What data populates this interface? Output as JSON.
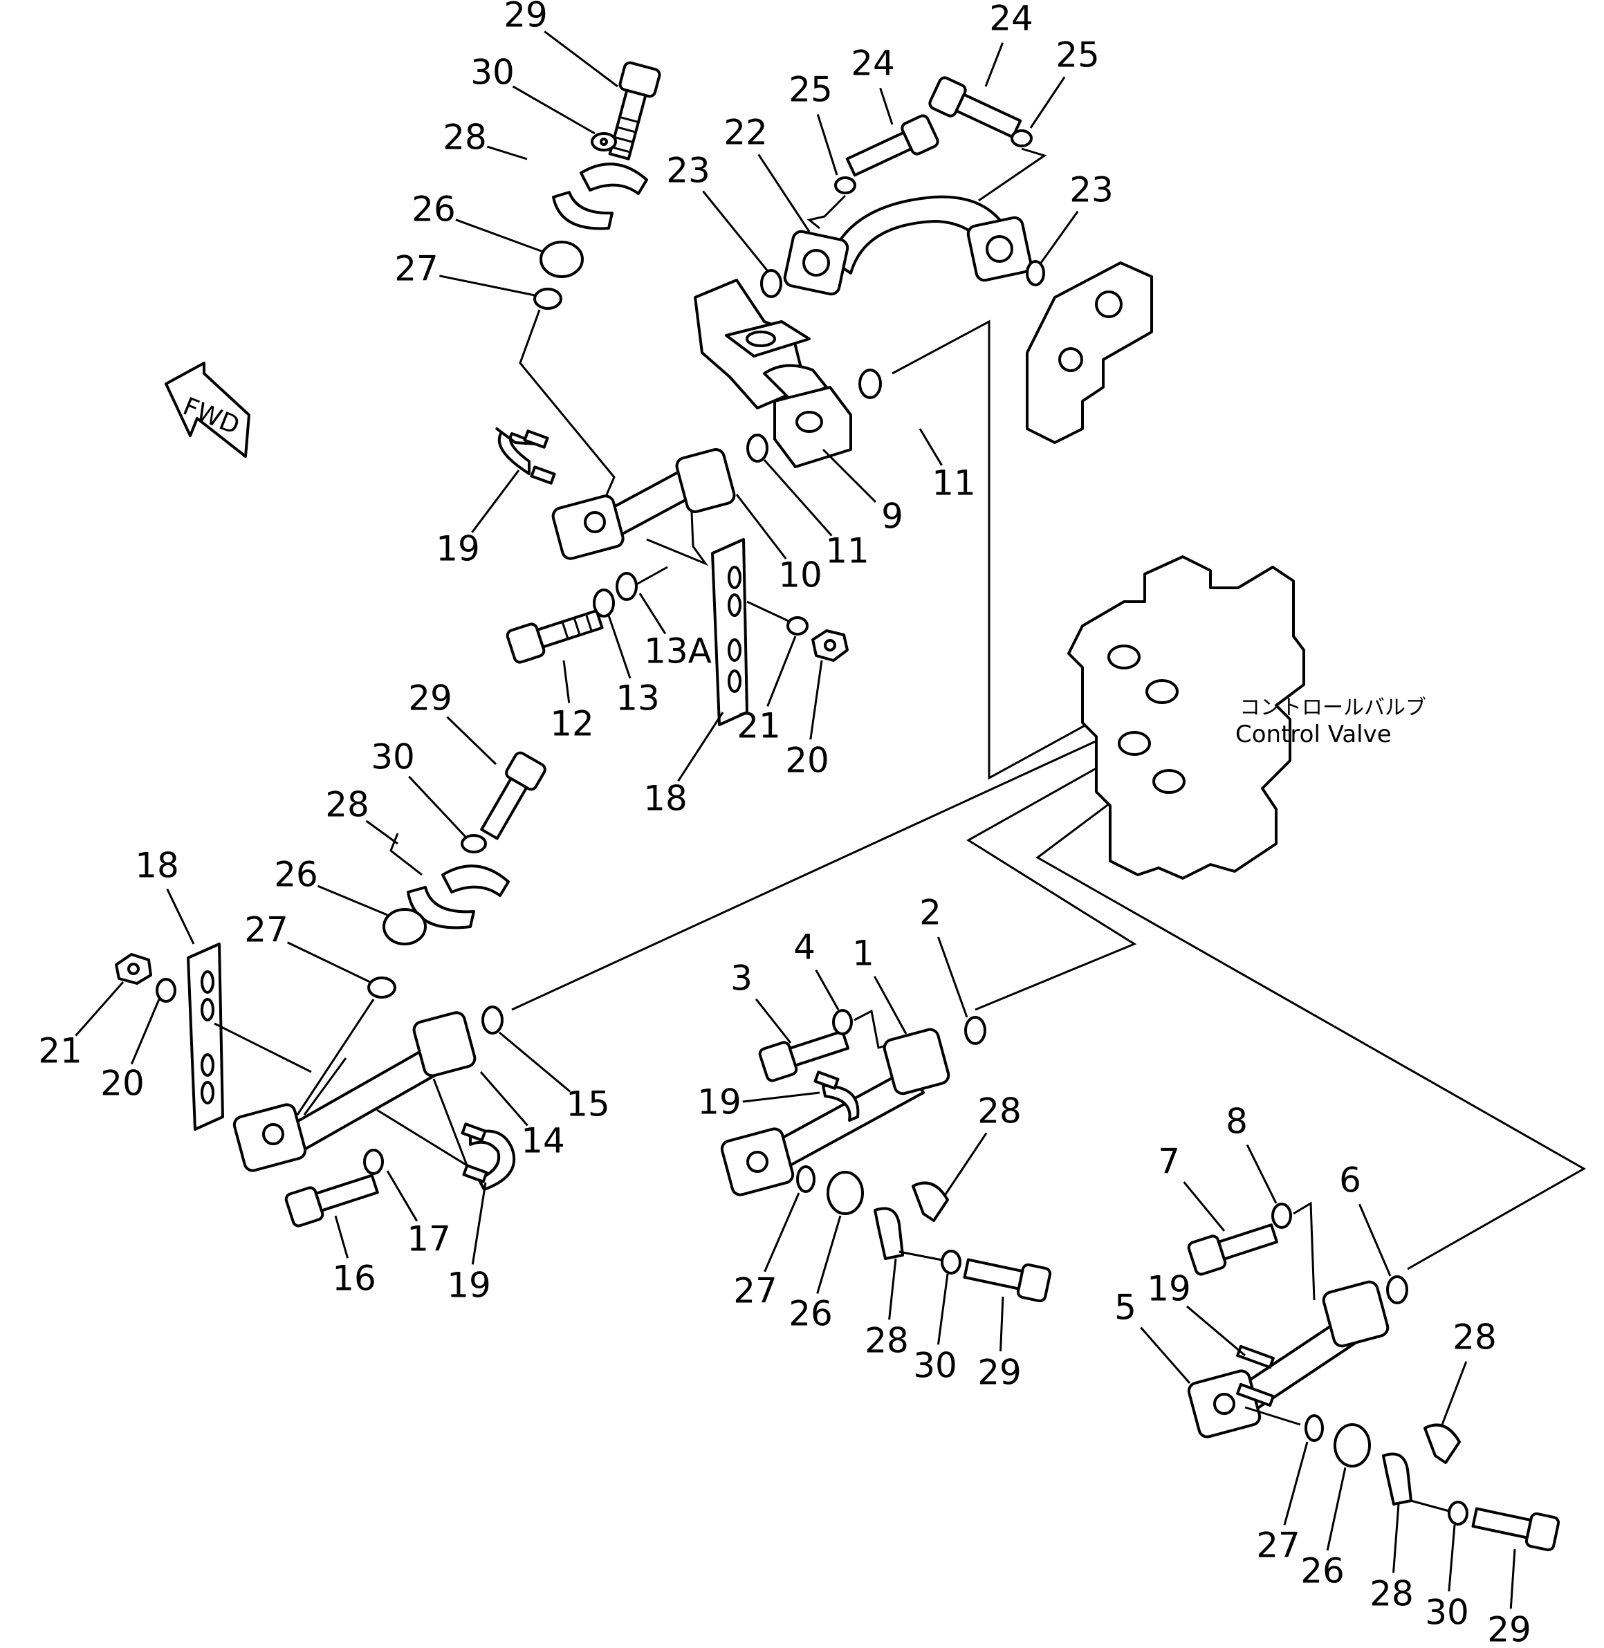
{
  "diagram": {
    "fwd_label": "FWD",
    "control_valve": {
      "label_jp": "コントロールバルブ",
      "label_en": "Control  Valve"
    },
    "callouts": [
      {
        "id": "c1",
        "label": "29"
      },
      {
        "id": "c2",
        "label": "30"
      },
      {
        "id": "c3",
        "label": "28"
      },
      {
        "id": "c4",
        "label": "26"
      },
      {
        "id": "c5",
        "label": "27"
      },
      {
        "id": "c6",
        "label": "24"
      },
      {
        "id": "c7",
        "label": "25"
      },
      {
        "id": "c8",
        "label": "24"
      },
      {
        "id": "c9",
        "label": "25"
      },
      {
        "id": "c10",
        "label": "22"
      },
      {
        "id": "c11",
        "label": "23"
      },
      {
        "id": "c12",
        "label": "23"
      },
      {
        "id": "c13",
        "label": "11"
      },
      {
        "id": "c14",
        "label": "9"
      },
      {
        "id": "c15",
        "label": "11"
      },
      {
        "id": "c16",
        "label": "10"
      },
      {
        "id": "c17",
        "label": "19"
      },
      {
        "id": "c18",
        "label": "13A"
      },
      {
        "id": "c19",
        "label": "13"
      },
      {
        "id": "c20",
        "label": "12"
      },
      {
        "id": "c21",
        "label": "21"
      },
      {
        "id": "c22",
        "label": "20"
      },
      {
        "id": "c23",
        "label": "18"
      },
      {
        "id": "c24",
        "label": "29"
      },
      {
        "id": "c25",
        "label": "30"
      },
      {
        "id": "c26",
        "label": "28"
      },
      {
        "id": "c27",
        "label": "26"
      },
      {
        "id": "c28",
        "label": "27"
      },
      {
        "id": "c29",
        "label": "18"
      },
      {
        "id": "c30",
        "label": "21"
      },
      {
        "id": "c31",
        "label": "20"
      },
      {
        "id": "c32",
        "label": "15"
      },
      {
        "id": "c33",
        "label": "14"
      },
      {
        "id": "c34",
        "label": "17"
      },
      {
        "id": "c35",
        "label": "16"
      },
      {
        "id": "c36",
        "label": "19"
      },
      {
        "id": "c37",
        "label": "3"
      },
      {
        "id": "c38",
        "label": "4"
      },
      {
        "id": "c39",
        "label": "1"
      },
      {
        "id": "c40",
        "label": "2"
      },
      {
        "id": "c41",
        "label": "19"
      },
      {
        "id": "c42",
        "label": "28"
      },
      {
        "id": "c43",
        "label": "27"
      },
      {
        "id": "c44",
        "label": "26"
      },
      {
        "id": "c45",
        "label": "28"
      },
      {
        "id": "c46",
        "label": "30"
      },
      {
        "id": "c47",
        "label": "29"
      },
      {
        "id": "c48",
        "label": "8"
      },
      {
        "id": "c49",
        "label": "7"
      },
      {
        "id": "c50",
        "label": "6"
      },
      {
        "id": "c51",
        "label": "5"
      },
      {
        "id": "c52",
        "label": "19"
      },
      {
        "id": "c53",
        "label": "28"
      },
      {
        "id": "c54",
        "label": "27"
      },
      {
        "id": "c55",
        "label": "26"
      },
      {
        "id": "c56",
        "label": "28"
      },
      {
        "id": "c57",
        "label": "30"
      },
      {
        "id": "c58",
        "label": "29"
      }
    ]
  }
}
